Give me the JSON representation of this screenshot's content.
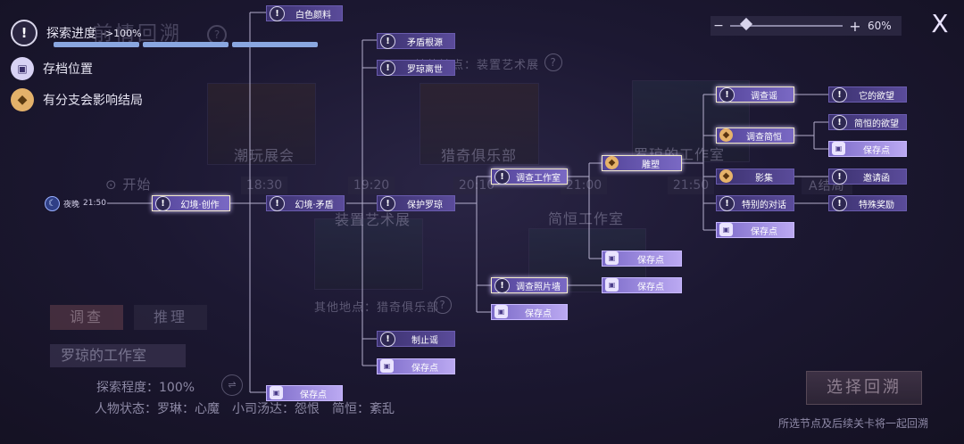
{
  "header": {
    "progress_label": "探索进度",
    "progress_value": "->100%",
    "page_title": "前情回溯"
  },
  "legend": {
    "explore_icon": "!",
    "save_label": "存档位置",
    "branch_label": "有分支会影响结局"
  },
  "zoom": {
    "minus": "−",
    "plus": "+",
    "value": "60%",
    "level": 0.1
  },
  "close_label": "X",
  "background": {
    "location_hint": "其他地点：装置艺术展",
    "location_hint2": "其他地点：猎奇俱乐部",
    "room_labels": [
      "潮玩展会",
      "猎奇俱乐部",
      "装置艺术展",
      "简恒工作室",
      "罗琼的工作室"
    ],
    "start_label": "开始",
    "times": [
      "18:30",
      "19:20",
      "20:10",
      "21:00",
      "21:50"
    ],
    "ending_label": "A结局",
    "help_icon": "?"
  },
  "timeline": {
    "start": {
      "label": "夜晚",
      "time": "21:50"
    },
    "nodes": [
      {
        "id": "n-baise",
        "label": "白色颜料",
        "icon": "!"
      },
      {
        "id": "n-huanjing-chuangzuo",
        "label": "幻境·创作",
        "icon": "!"
      },
      {
        "id": "n-huanjing-maodun",
        "label": "幻境·矛盾",
        "icon": "!"
      },
      {
        "id": "n-save-1",
        "label": "保存点",
        "icon": "▣"
      },
      {
        "id": "n-maodun-genyuan",
        "label": "矛盾根源",
        "icon": "!"
      },
      {
        "id": "n-luoqiong-lishi",
        "label": "罗琼离世",
        "icon": "!"
      },
      {
        "id": "n-baohu-luoqiong",
        "label": "保护罗琼",
        "icon": "!"
      },
      {
        "id": "n-zhizhi-yao",
        "label": "制止谣",
        "icon": "!"
      },
      {
        "id": "n-save-2",
        "label": "保存点",
        "icon": "▣"
      },
      {
        "id": "n-diaocha-gongzuoshi",
        "label": "调查工作室",
        "icon": "!"
      },
      {
        "id": "n-diaocha-zhaopian",
        "label": "调查照片墙",
        "icon": "!"
      },
      {
        "id": "n-save-3",
        "label": "保存点",
        "icon": "▣"
      },
      {
        "id": "n-diaosu",
        "label": "雕塑",
        "icon": "◆"
      },
      {
        "id": "n-save-4",
        "label": "保存点",
        "icon": "▣"
      },
      {
        "id": "n-save-5",
        "label": "保存点",
        "icon": "▣"
      },
      {
        "id": "n-diaocha-yao",
        "label": "调查谣",
        "icon": "!"
      },
      {
        "id": "n-diaocha-jianheng",
        "label": "调查简恒",
        "icon": "◆"
      },
      {
        "id": "n-yingji",
        "label": "影集",
        "icon": "◆"
      },
      {
        "id": "n-tebie-duihua",
        "label": "特别的对话",
        "icon": "!"
      },
      {
        "id": "n-save-6",
        "label": "保存点",
        "icon": "▣"
      },
      {
        "id": "n-ta-de-yuwang",
        "label": "它的欲望",
        "icon": "!"
      },
      {
        "id": "n-jianheng-yuwang",
        "label": "简恒的欲望",
        "icon": "!"
      },
      {
        "id": "n-save-7",
        "label": "保存点",
        "icon": "▣"
      },
      {
        "id": "n-yaoqinghan",
        "label": "邀请函",
        "icon": "!"
      },
      {
        "id": "n-teshu-jiangli",
        "label": "特殊奖励",
        "icon": "!"
      }
    ]
  },
  "info": {
    "tab_investigate": "调查",
    "tab_deduce": "推理",
    "location": "罗琼的工作室",
    "explore_degree": "探索程度：100%",
    "status_label": "人物状态：",
    "status_1": "罗琳：心魔",
    "status_2": "小司汤达：怨恨",
    "status_3": "简恒：紊乱"
  },
  "actions": {
    "replay_button": "选择回溯",
    "hint": "所选节点及后续关卡将一起回溯"
  },
  "colors": {
    "accent": "#6a5cae",
    "save": "#bba9f2",
    "branch": "#e6b36a",
    "background": "#1c1832"
  }
}
